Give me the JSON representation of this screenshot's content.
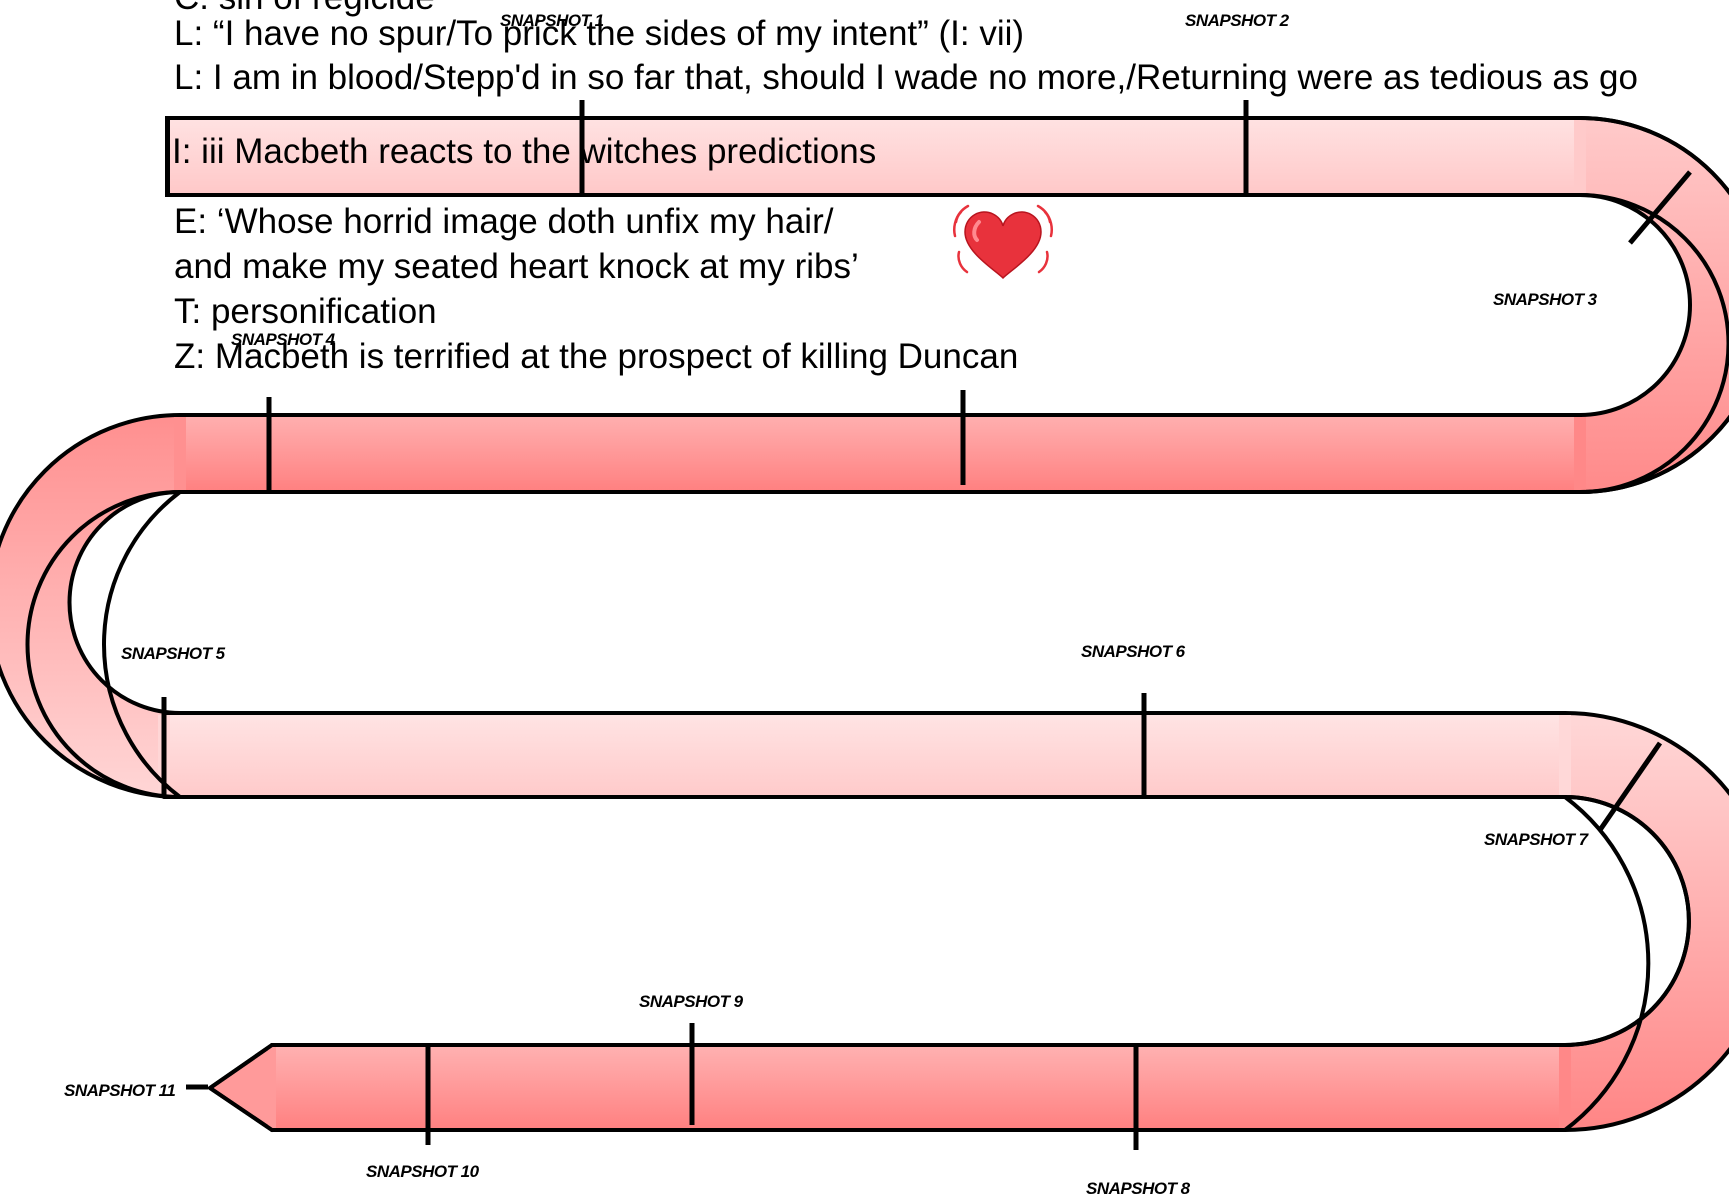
{
  "notes": {
    "top_cut_line": "C: sin of regicide",
    "line_spur": "L: “I have no spur/To prick the sides of my intent” (I: vii)",
    "line_blood": "L: I am in blood/Stepp'd in so far that, should I wade no more,/Returning were as tedious as go",
    "intro": "I: iii Macbeth reacts to the witches predictions",
    "evidence_1": "E: ‘Whose horrid image doth unfix my hair/",
    "evidence_2": "and make my seated heart knock at my ribs’",
    "technique": "T: personification",
    "zoom": "Z: Macbeth is terrified at the prospect of killing Duncan"
  },
  "emoji": {
    "name": "beating-heart-icon",
    "color": "#e8323c"
  },
  "colors": {
    "road_light": "#ffe0e0",
    "road_dark": "#ff8080",
    "outline": "#000000"
  },
  "snapshots": [
    {
      "label": "SNAPSHOT 1"
    },
    {
      "label": "SNAPSHOT 2"
    },
    {
      "label": "SNAPSHOT 3"
    },
    {
      "label": "SNAPSHOT 4"
    },
    {
      "label": "SNAPSHOT 5"
    },
    {
      "label": "SNAPSHOT 6"
    },
    {
      "label": "SNAPSHOT 7"
    },
    {
      "label": "SNAPSHOT 8"
    },
    {
      "label": "SNAPSHOT 9"
    },
    {
      "label": "SNAPSHOT 10"
    },
    {
      "label": "SNAPSHOT 11"
    }
  ]
}
